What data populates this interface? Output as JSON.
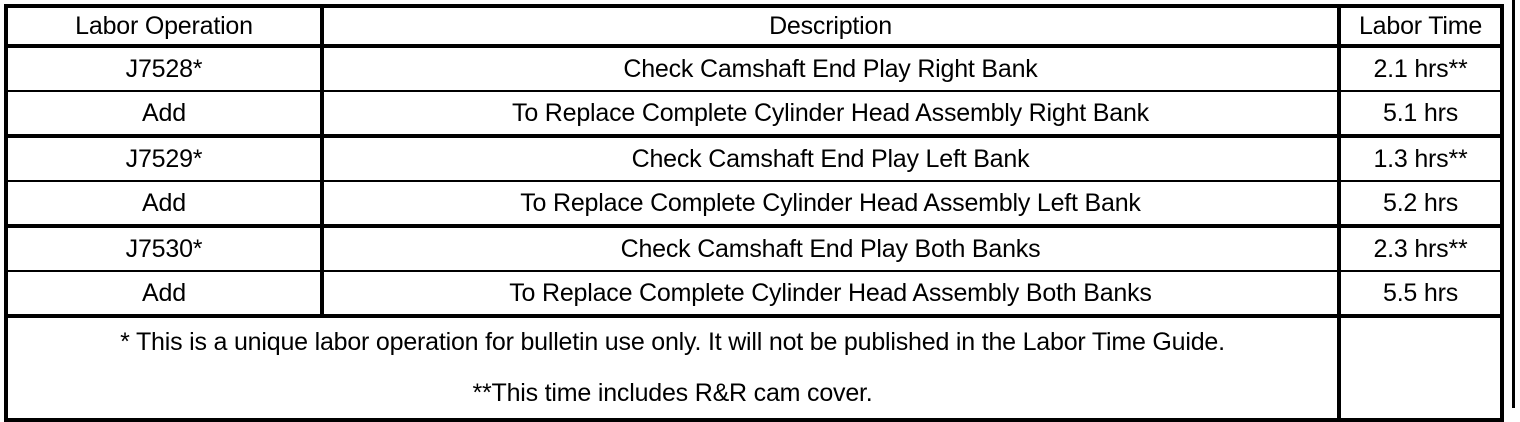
{
  "table": {
    "columns": [
      {
        "key": "labor_operation",
        "label": "Labor Operation"
      },
      {
        "key": "description",
        "label": "Description"
      },
      {
        "key": "labor_time",
        "label": "Labor Time"
      }
    ],
    "rows": [
      {
        "labor_operation": "J7528*",
        "description": "Check Camshaft End Play Right Bank",
        "labor_time": "2.1 hrs**"
      },
      {
        "labor_operation": "Add",
        "description": "To Replace Complete Cylinder Head Assembly Right Bank",
        "labor_time": "5.1 hrs"
      },
      {
        "labor_operation": "J7529*",
        "description": "Check Camshaft End Play Left Bank",
        "labor_time": "1.3 hrs**"
      },
      {
        "labor_operation": "Add",
        "description": "To Replace Complete Cylinder Head Assembly Left Bank",
        "labor_time": "5.2 hrs"
      },
      {
        "labor_operation": "J7530*",
        "description": "Check Camshaft End Play Both Banks",
        "labor_time": "2.3 hrs**"
      },
      {
        "labor_operation": "Add",
        "description": "To Replace Complete Cylinder Head Assembly Both Banks",
        "labor_time": "5.5 hrs"
      }
    ],
    "footnotes": [
      "* This is a unique labor operation for bulletin use only. It will not be published in the Labor Time Guide.",
      "**This time includes R&R cam cover."
    ],
    "footnote_labor_time": ""
  },
  "colors": {
    "border": "#000000",
    "text": "#000000",
    "background": "#ffffff"
  }
}
